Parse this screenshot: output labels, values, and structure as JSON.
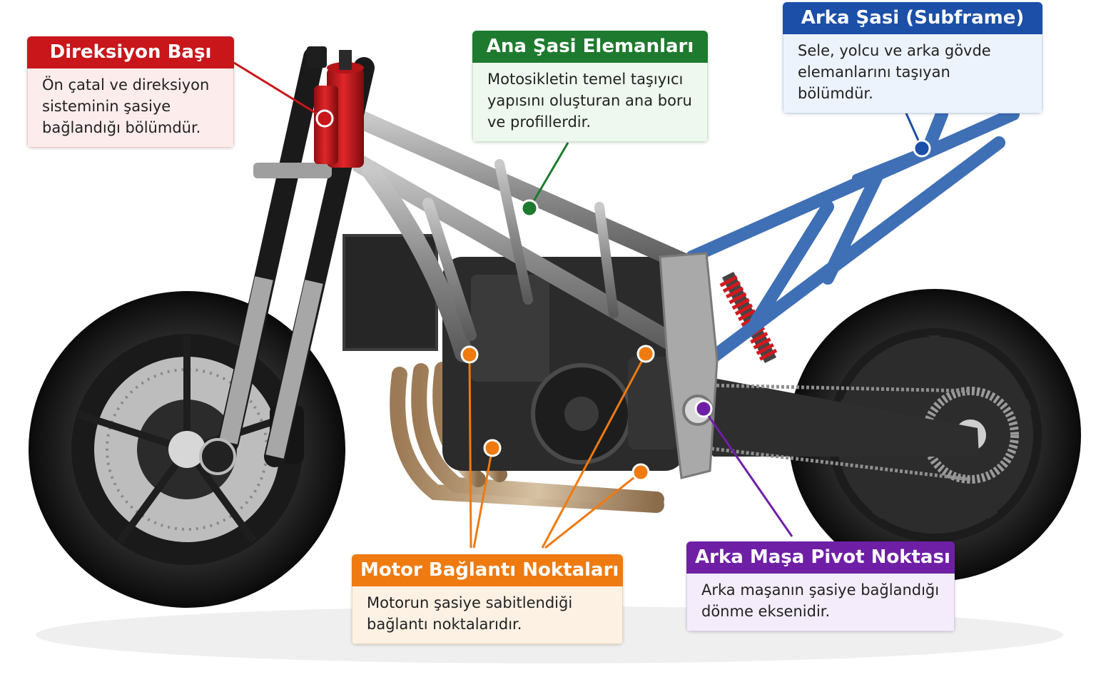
{
  "callouts": {
    "direksiyon": {
      "title": "Direksiyon Başı",
      "lines": [
        "Ön çatal ve direksiyon",
        "sisteminin şasiye",
        "bağlandığı bölümdür."
      ],
      "color": "#c8161b"
    },
    "ana_sasi": {
      "title": "Ana Şasi Elemanları",
      "lines": [
        "Motosikletin temel taşıyıcı",
        "yapısını oluşturan ana boru",
        "ve profillerdir."
      ],
      "color": "#1e7a2e"
    },
    "arka_sasi": {
      "title": "Arka Şasi (Subframe)",
      "lines": [
        "Sele, yolcu ve arka gövde",
        "elemanlarını taşıyan bölümdür."
      ],
      "color": "#1b4fa8"
    },
    "motor": {
      "title": "Motor Bağlantı Noktaları",
      "lines": [
        "Motorun şasiye sabitlendiği",
        "bağlantı noktalarıdır."
      ],
      "color": "#ef7a10"
    },
    "pivot": {
      "title": "Arka Maşa Pivot Noktası",
      "lines": [
        "Arka maşanın şasiye bağlandığı",
        "dönme eksenidir."
      ],
      "color": "#6f1fa6"
    }
  }
}
